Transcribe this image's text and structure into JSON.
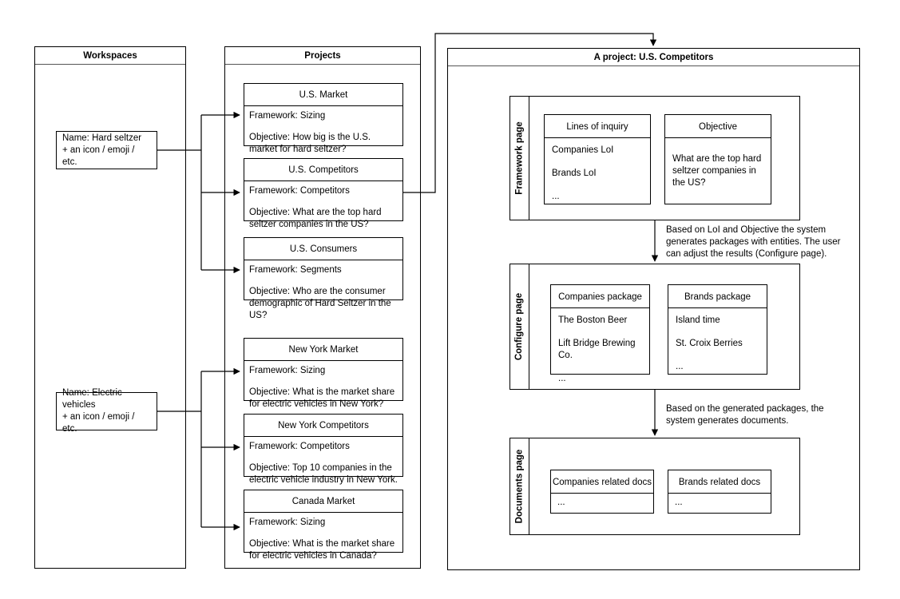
{
  "workspaces_panel": {
    "title": "Workspaces",
    "items": [
      {
        "line1": "Name: Hard seltzer",
        "line2": "+ an icon / emoji / etc."
      },
      {
        "line1": "Name: Electric vehicles",
        "line2": "+ an icon / emoji / etc."
      }
    ]
  },
  "projects_panel": {
    "title": "Projects",
    "cards": [
      {
        "name": "U.S. Market",
        "framework": "Framework: Sizing",
        "objective": "Objective: How big is the U.S. market for hard seltzer?"
      },
      {
        "name": "U.S. Competitors",
        "framework": "Framework: Competitors",
        "objective": "Objective: What are the top hard seltzer companies in the US?"
      },
      {
        "name": "U.S. Consumers",
        "framework": "Framework: Segments",
        "objective": "Objective: Who are the consumer demographic of Hard Seltzer in the US?"
      },
      {
        "name": "New York Market",
        "framework": "Framework: Sizing",
        "objective": "Objective: What is the market share for electric vehicles in New York?"
      },
      {
        "name": "New York Competitors",
        "framework": "Framework: Competitors",
        "objective": "Objective: Top 10 companies in the electric vehicle industry in New York."
      },
      {
        "name": "Canada Market",
        "framework": "Framework: Sizing",
        "objective": "Objective: What is the market share for electric vehicles in Canada?"
      }
    ]
  },
  "project_panel": {
    "title": "A project: U.S. Competitors",
    "framework_page": {
      "tab_label": "Framework page",
      "lines_of_inquiry": {
        "header": "Lines of inquiry",
        "items": [
          "Companies LoI",
          "Brands LoI",
          "..."
        ]
      },
      "objective": {
        "header": "Objective",
        "text": "What are the top hard seltzer companies in the US?"
      }
    },
    "configure_page": {
      "tab_label": "Configure page",
      "companies_package": {
        "header": "Companies package",
        "items": [
          "The Boston Beer",
          "Lift Bridge Brewing Co.",
          "..."
        ]
      },
      "brands_package": {
        "header": "Brands package",
        "items": [
          "Island time",
          "St. Croix Berries",
          "..."
        ]
      }
    },
    "documents_page": {
      "tab_label": "Documents page",
      "companies_docs": {
        "header": "Companies related docs",
        "items": [
          "..."
        ]
      },
      "brands_docs": {
        "header": "Brands related docs",
        "items": [
          "..."
        ]
      }
    },
    "annotations": [
      "Based on LoI and Objective the system\ngenerates packages with entities. The user\ncan adjust the results (Configure page).",
      "Based on the generated packages, the\nsystem generates documents."
    ]
  },
  "colors": {
    "stroke": "#000000",
    "divider": "#555555",
    "background": "#ffffff"
  }
}
